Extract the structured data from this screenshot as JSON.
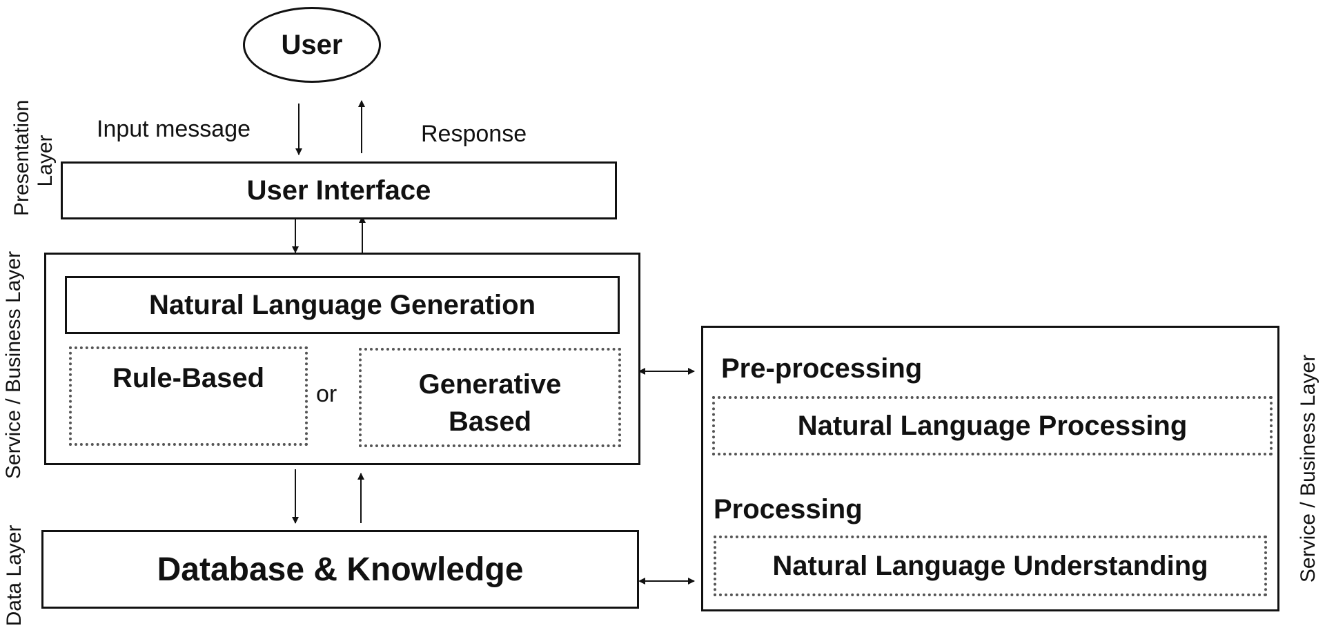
{
  "user": {
    "label": "User"
  },
  "flows": {
    "input_message": "Input message",
    "response": "Response"
  },
  "presentation": {
    "layer_label_line1": "Presentation",
    "layer_label_line2": "Layer",
    "ui_label": "User Interface"
  },
  "service_left": {
    "layer_label": "Service / Business Layer",
    "nlg_label": "Natural Language Generation",
    "rule_based_label": "Rule-Based",
    "or_label": "or",
    "generative_line1": "Generative",
    "generative_line2": "Based"
  },
  "data": {
    "layer_label": "Data Layer",
    "db_label": "Database & Knowledge"
  },
  "service_right": {
    "layer_label": "Service / Business Layer",
    "preprocessing_label": "Pre-processing",
    "nlp_label": "Natural Language Processing",
    "processing_label": "Processing",
    "nlu_label": "Natural Language Understanding"
  }
}
